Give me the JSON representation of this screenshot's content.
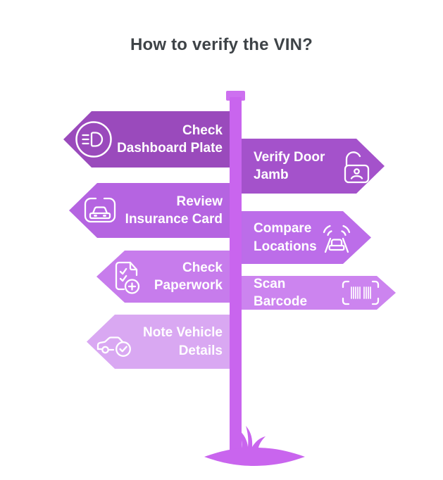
{
  "title": "How to verify the VIN?",
  "colors": {
    "title_text": "#3e4347",
    "pole": "#c965ee",
    "pole_cap": "#cd70f0"
  },
  "steps": [
    {
      "label": "Check\nDashboard Plate",
      "side": "left",
      "icon": "headlight-icon",
      "color": "#9a4abc"
    },
    {
      "label": "Verify Door\nJamb",
      "side": "right",
      "icon": "unlocked-padlock-icon",
      "color": "#a452cb"
    },
    {
      "label": "Review\nInsurance Card",
      "side": "left",
      "icon": "insurance-card-icon",
      "color": "#b564e1"
    },
    {
      "label": "Compare\nLocations",
      "side": "right",
      "icon": "car-signal-icon",
      "color": "#bc6de9"
    },
    {
      "label": "Check\nPaperwork",
      "side": "left",
      "icon": "paperwork-check-icon",
      "color": "#c77cec"
    },
    {
      "label": "Scan Barcode",
      "side": "right",
      "icon": "barcode-icon",
      "color": "#cc84ef"
    },
    {
      "label": "Note Vehicle\nDetails",
      "side": "left",
      "icon": "car-check-icon",
      "color": "#d9a8f2"
    }
  ]
}
